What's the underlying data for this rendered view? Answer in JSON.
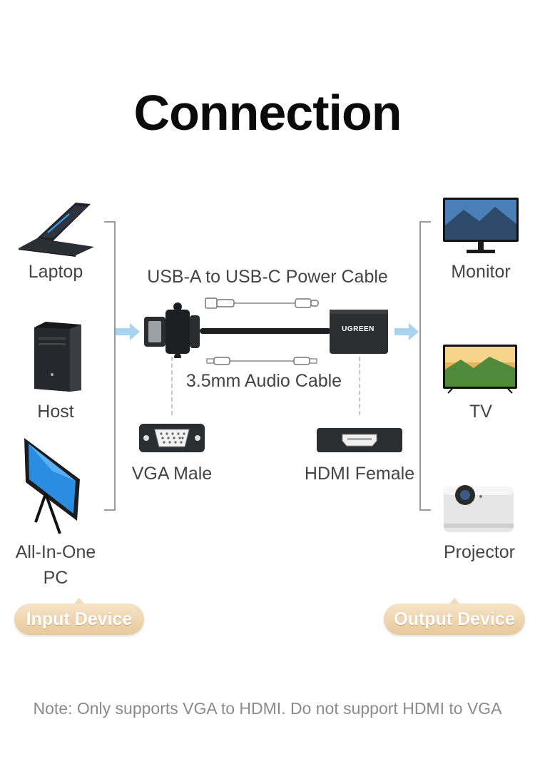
{
  "title": "Connection",
  "input_devices": [
    {
      "label": "Laptop",
      "icon": "laptop-icon"
    },
    {
      "label": "Host",
      "icon": "desktop-tower-icon"
    },
    {
      "label": "All-In-One",
      "label2": "PC",
      "icon": "all-in-one-pc-icon"
    }
  ],
  "output_devices": [
    {
      "label": "Monitor",
      "icon": "monitor-icon"
    },
    {
      "label": "TV",
      "icon": "tv-icon"
    },
    {
      "label": "Projector",
      "icon": "projector-icon"
    }
  ],
  "cables": {
    "power": "USB-A to USB-C Power Cable",
    "audio": "3.5mm Audio Cable"
  },
  "ports": {
    "vga": "VGA Male",
    "hdmi": "HDMI Female"
  },
  "adapter_brand": "UGREEN",
  "input_tag": "Input Device",
  "output_tag": "Output Device",
  "note": "Note: Only supports VGA to HDMI. Do not support HDMI to VGA",
  "colors": {
    "accent": "#e7c99c",
    "arrow": "#a9d4f0",
    "bracket": "#9a9a9a"
  }
}
